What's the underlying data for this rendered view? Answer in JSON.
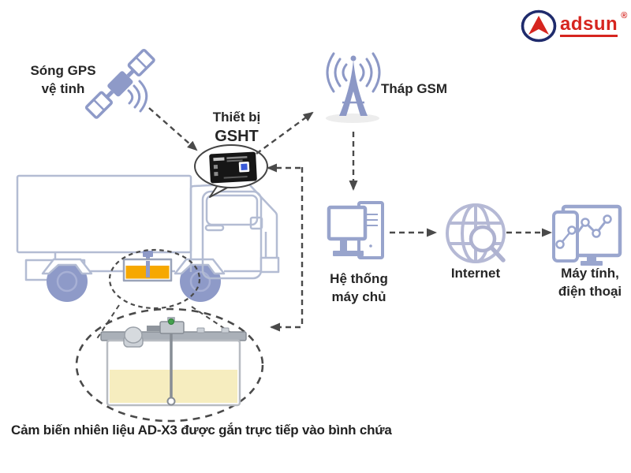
{
  "brand": {
    "name": "adsun",
    "registered": "®"
  },
  "nodes": {
    "satellite": {
      "line1": "Sóng GPS",
      "line2": "vệ tinh"
    },
    "tracker": {
      "line1": "Thiết bị",
      "line2": "GSHT"
    },
    "gsm_tower": {
      "label": "Tháp GSM"
    },
    "server": {
      "line1": "Hệ thống",
      "line2": "máy chủ"
    },
    "internet": {
      "label": "Internet"
    },
    "devices": {
      "line1": "Máy tính,",
      "line2": "điện thoại"
    }
  },
  "caption": "Cảm biến nhiên liệu AD-X3 được gắn trực tiếp vào bình chứa",
  "icons": {
    "satellite": "gps-satellite-icon",
    "tracker": "gps-tracker-device-icon",
    "gsm_tower": "gsm-tower-icon",
    "server": "server-computer-icon",
    "internet": "globe-search-icon",
    "devices": "monitor-phone-chart-icon",
    "truck": "truck-illustration",
    "fuel_sensor": "fuel-sensor-tank-icon"
  },
  "colors": {
    "brand_red": "#d6251f",
    "brand_navy": "#1f2b6c",
    "icon_blue": "#8e9ac8",
    "icon_blue_light": "#b5b9d5",
    "truck_outline": "#b3bcd3",
    "fuel_orange": "#f6a800",
    "fuel_pale": "#f6edbf",
    "dash_gray": "#4a4a4a",
    "text": "#262626"
  }
}
